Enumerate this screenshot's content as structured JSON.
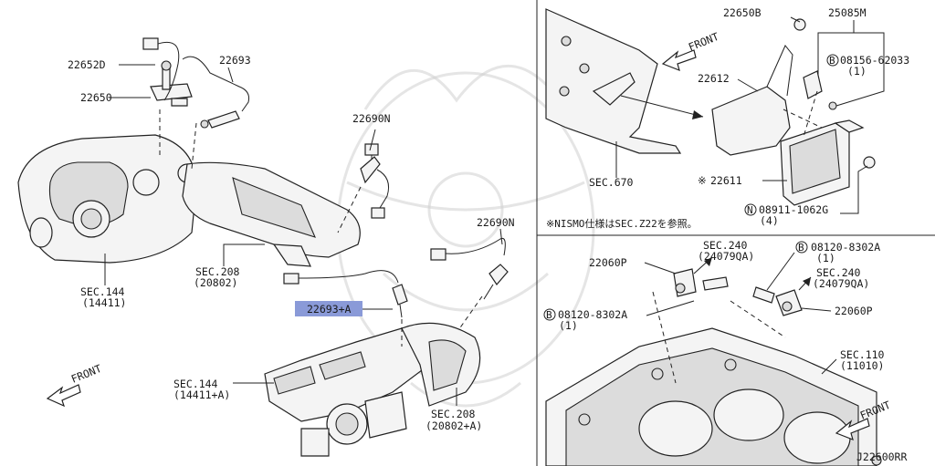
{
  "labels": {
    "p22652d": "22652D",
    "p22693_top": "22693",
    "p22650": "22650",
    "p22690n_mid": "22690N",
    "sec144_a": "SEC.144",
    "sec144_a_sub": "(14411)",
    "sec208_a": "SEC.208",
    "sec208_a_sub": "(20802)",
    "p22690n_right": "22690N",
    "p22693a": "22693+A",
    "front_left": "FRONT",
    "sec144_b": "SEC.144",
    "sec144_b_sub": "(14411+A)",
    "sec208_b": "SEC.208",
    "sec208_b_sub": "(20802+A)",
    "p22650b": "22650B",
    "p25085m": "25085M",
    "front_top": "FRONT",
    "p22612": "22612",
    "bolt_08156": "08156-62033",
    "bolt_08156_qty": "(1)",
    "sec670": "SEC.670",
    "p22611": "22611",
    "nut_08911": "08911-1062G",
    "nut_08911_qty": "(4)",
    "nismo_note": "※NISMO仕様はSEC.Z22を参照。",
    "sec240_a": "SEC.240",
    "sec240_a_sub": "(24079QA)",
    "bolt_08120_a": "08120-8302A",
    "bolt_08120_a_qty": "(1)",
    "p22060p_left": "22060P",
    "sec240_b": "SEC.240",
    "sec240_b_sub": "(24079QA)",
    "bolt_08120_b": "08120-8302A",
    "bolt_08120_b_qty": "(1)",
    "p22060p_right": "22060P",
    "sec110": "SEC.110",
    "sec110_sub": "(11010)",
    "front_bottom": "FRONT",
    "diagram_code": "J22600RR"
  },
  "marks": {
    "asterisk": "※",
    "bolt_b": "B",
    "nut_n": "N"
  },
  "colors": {
    "line": "#222222",
    "highlight": "#8a9ad8",
    "watermark": "#cfcfcf"
  }
}
